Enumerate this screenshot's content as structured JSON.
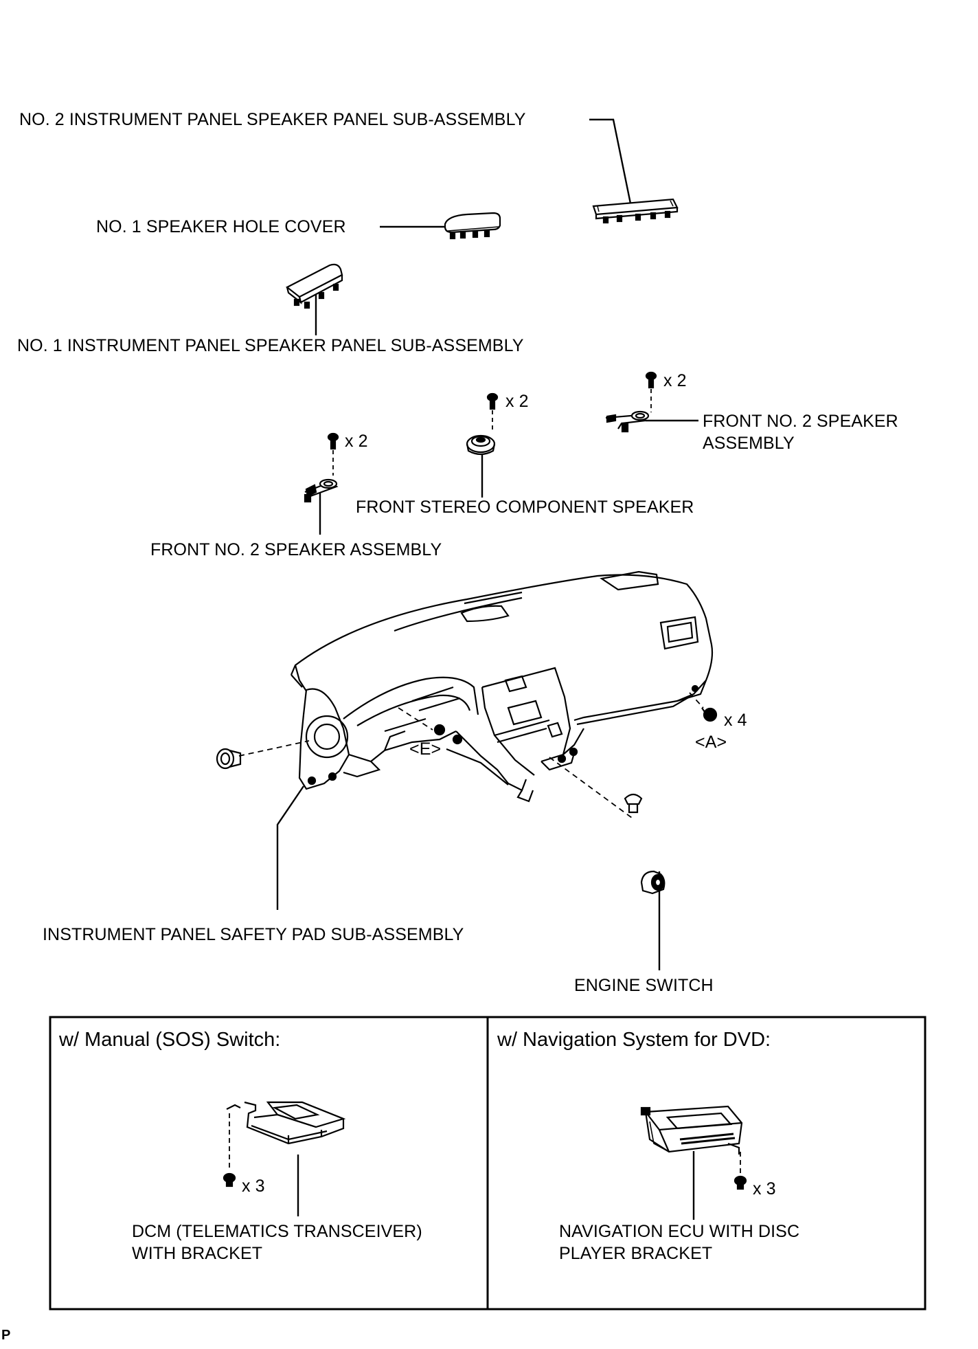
{
  "labels": {
    "no2_panel": "NO. 2 INSTRUMENT PANEL SPEAKER PANEL SUB-ASSEMBLY",
    "hole_cover": "NO. 1 SPEAKER HOLE COVER",
    "no1_panel": "NO. 1 INSTRUMENT PANEL SPEAKER PANEL SUB-ASSEMBLY",
    "front_no2_right": "FRONT NO. 2 SPEAKER\nASSEMBLY",
    "stereo_speaker": "FRONT STEREO COMPONENT SPEAKER",
    "front_no2_left": "FRONT NO. 2 SPEAKER ASSEMBLY",
    "safety_pad": "INSTRUMENT PANEL SAFETY PAD SUB-ASSEMBLY",
    "engine_switch": "ENGINE SWITCH",
    "dcm": "DCM (TELEMATICS TRANSCEIVER)\nWITH BRACKET",
    "nav_ecu": "NAVIGATION ECU WITH DISC\nPLAYER BRACKET"
  },
  "quantities": {
    "stereo_screws": "x 2",
    "left_screws": "x 2",
    "right_screws": "x 2",
    "dash_screws": "x 4",
    "dcm_screws": "x 3",
    "nav_screws": "x 3"
  },
  "markers": {
    "e": "<E>",
    "a": "<A>"
  },
  "boxes": {
    "sos_title": "w/ Manual (SOS) Switch:",
    "nav_title": "w/ Navigation System for DVD:"
  },
  "corner_mark": "P"
}
